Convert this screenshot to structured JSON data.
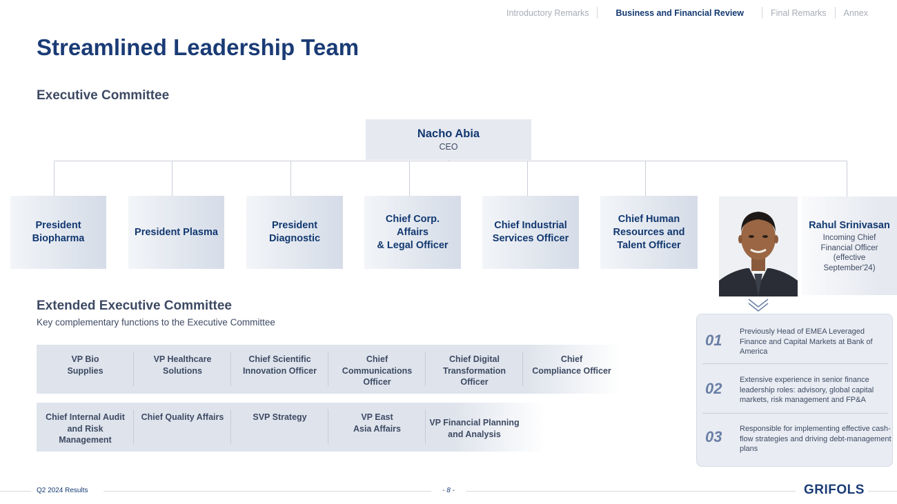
{
  "nav": {
    "items": [
      {
        "label": "Introductory Remarks",
        "active": false
      },
      {
        "label": "Business and Financial Review",
        "active": true
      },
      {
        "label": "Final Remarks",
        "active": false
      },
      {
        "label": "Annex",
        "active": false
      }
    ]
  },
  "title": "Streamlined Leadership Team",
  "executive_committee": {
    "heading": "Executive Committee",
    "ceo": {
      "name": "Nacho Abia",
      "role": "CEO"
    },
    "members": [
      "President\nBiopharma",
      "President Plasma",
      "President\nDiagnostic",
      "Chief Corp.\nAffairs\n& Legal Officer",
      "Chief Industrial\nServices Officer",
      "Chief Human\nResources and\nTalent Officer"
    ],
    "cfo": {
      "name": "Rahul Srinivasan",
      "role": "Incoming Chief\nFinancial Officer\n(effective\nSeptember'24)"
    }
  },
  "highlights": [
    {
      "num": "01",
      "text": "Previously Head of EMEA Leveraged Finance and Capital Markets at Bank of America"
    },
    {
      "num": "02",
      "text": "Extensive experience in senior finance leadership roles: advisory, global capital markets, risk management and FP&A"
    },
    {
      "num": "03",
      "text": "Responsible for implementing effective cash-flow strategies and driving debt-management plans"
    }
  ],
  "extended_committee": {
    "heading": "Extended Executive Committee",
    "subtitle": "Key complementary functions to the Executive Committee",
    "row1": [
      "VP Bio\nSupplies",
      "VP Healthcare\nSolutions",
      "Chief Scientific\nInnovation Officer",
      "Chief\nCommunications\nOfficer",
      "Chief Digital\nTransformation\nOfficer",
      "Chief\nCompliance Officer"
    ],
    "row2": [
      "Chief Internal Audit\nand Risk\nManagement",
      "Chief Quality Affairs",
      "SVP Strategy",
      "VP East\nAsia Affairs",
      "VP Financial Planning\nand Analysis"
    ]
  },
  "footer": {
    "left": "Q2 2024 Results",
    "page": "- 8 -",
    "logo": "GRIFOLS"
  }
}
